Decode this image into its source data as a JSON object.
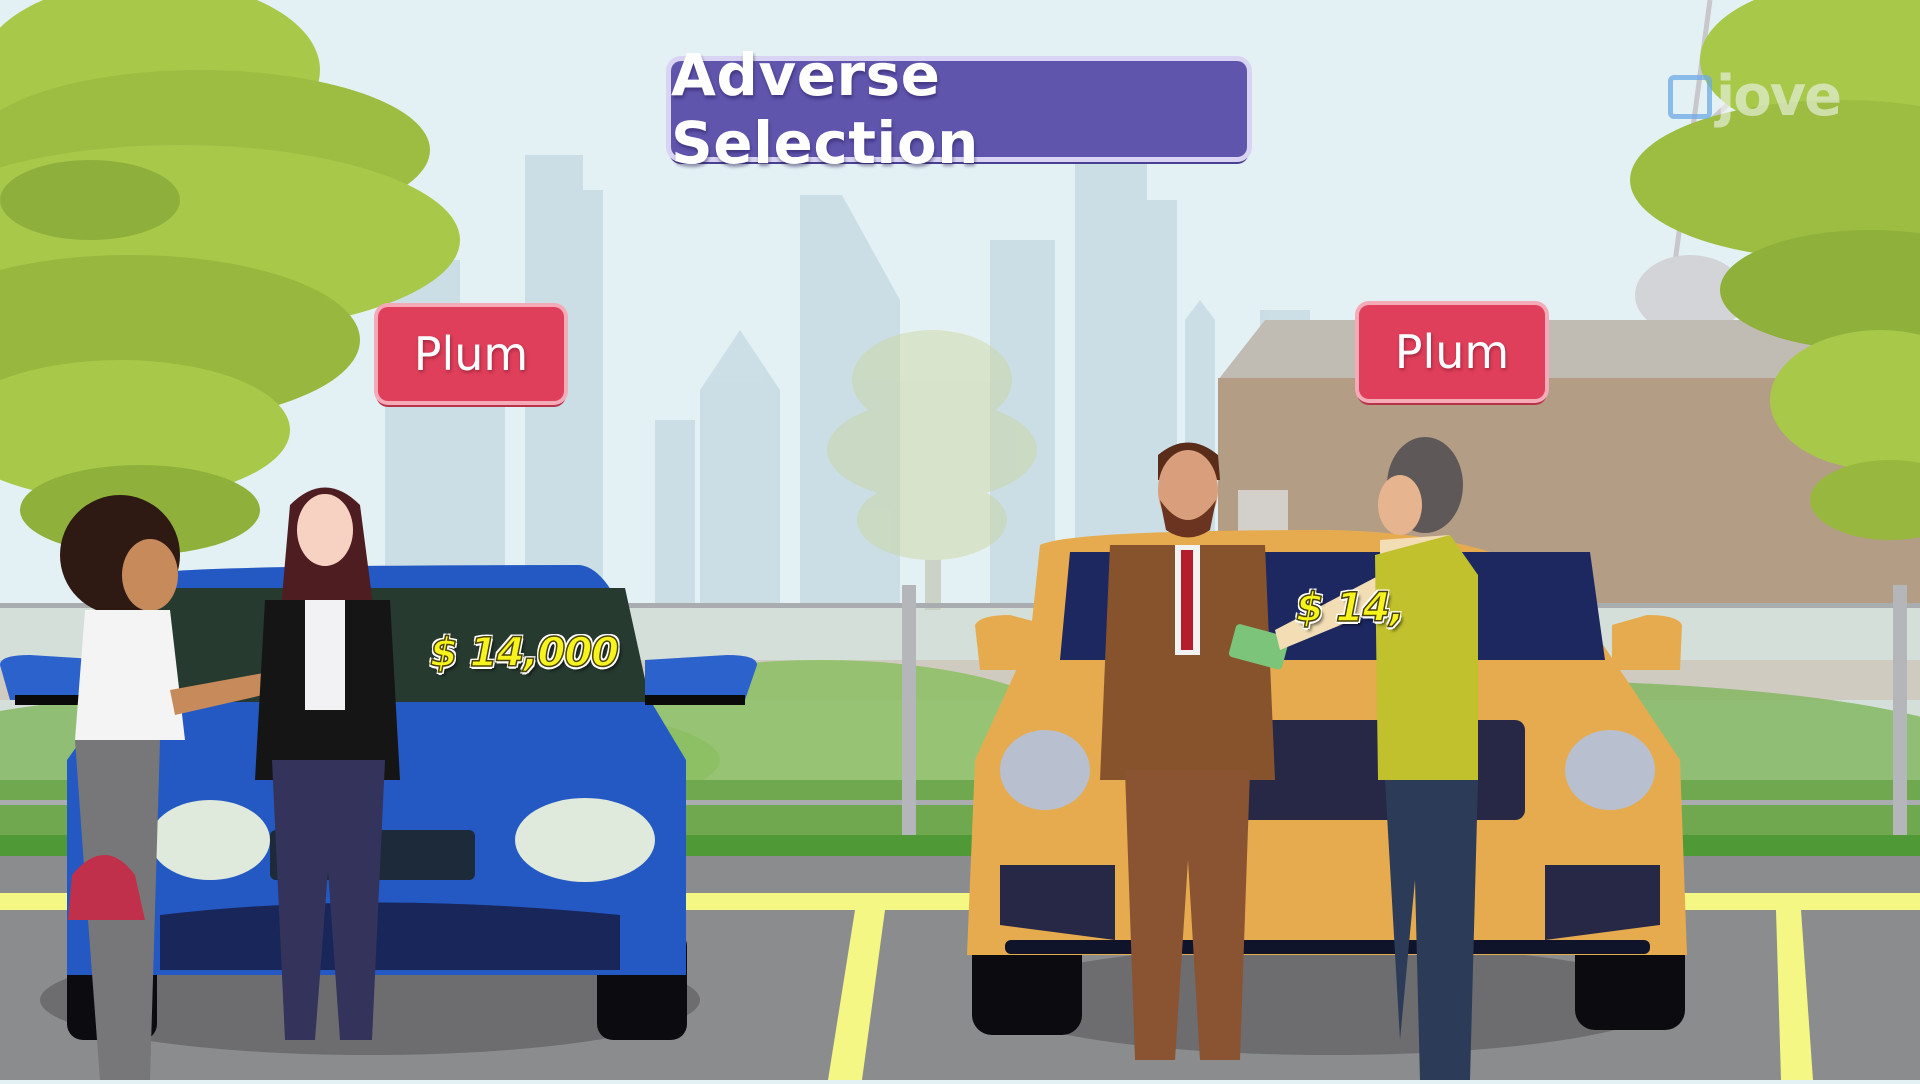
{
  "scene": {
    "title": "Adverse Selection",
    "watermark": "jove",
    "left_car": {
      "color": "#2459c4",
      "label": "Plum",
      "price_sticker": "$ 14,000"
    },
    "right_car": {
      "color": "#e6ab4e",
      "label": "Plum",
      "price_sticker": "$ 14,"
    }
  },
  "colors": {
    "title_bg": "#5f55ad",
    "tag_bg": "#df3f5a",
    "price_text": "#f7f31c",
    "sky": "#e4f1f4",
    "road": "#8a8c8e",
    "road_lines": "#f4f783",
    "tree_leaves": "#a8c84a"
  },
  "icons": {
    "cash_left": "money-bills-icon",
    "cash_right": "money-bills-icon",
    "handbag": "handbag-icon"
  }
}
